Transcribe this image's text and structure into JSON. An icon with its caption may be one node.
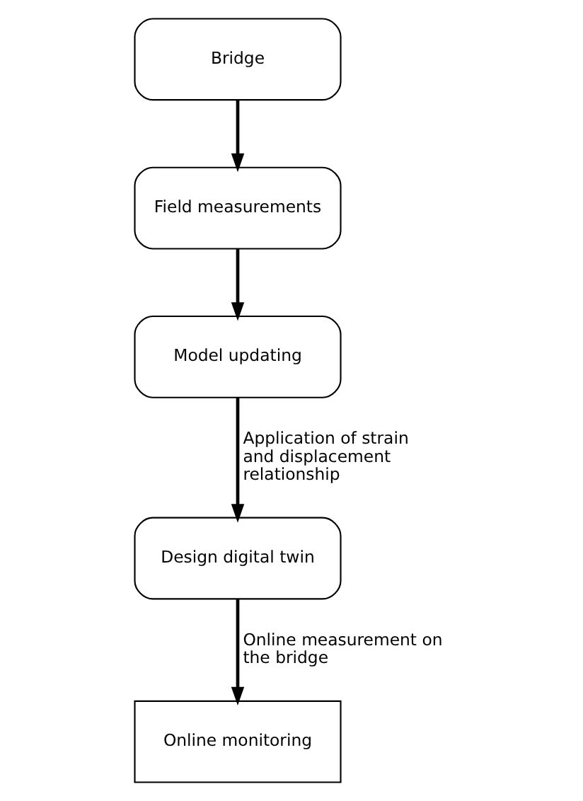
{
  "diagram": {
    "nodes": [
      {
        "text": [
          "Bridge"
        ]
      },
      {
        "text": [
          "Field measurements"
        ]
      },
      {
        "text": [
          "Model updating"
        ]
      },
      {
        "text": [
          "Design digital twin"
        ]
      },
      {
        "text": [
          "Online monitoring"
        ]
      }
    ],
    "edges": [
      {
        "from": 0,
        "to": 1,
        "arrow": "to"
      },
      {
        "from": 1,
        "to": 2,
        "arrow": "to"
      },
      {
        "from": 2,
        "to": 3,
        "arrow": "to",
        "label": "Application of strain and displacement relationship"
      },
      {
        "from": 3,
        "to": 4,
        "arrow": "to",
        "label": "Online measurement on the bridge"
      }
    ]
  }
}
